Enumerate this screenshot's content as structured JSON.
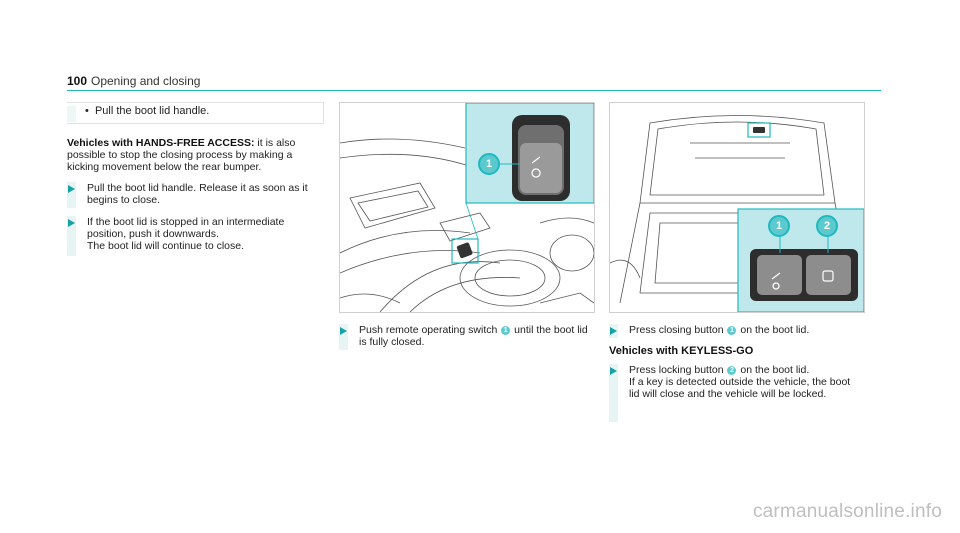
{
  "header": {
    "page_number": "100",
    "section_title": "Opening and closing"
  },
  "top_box": {
    "bullet": "Pull the boot lid handle."
  },
  "left_column": {
    "para_bold": "Vehicles with HANDS-FREE ACCESS:",
    "para_text": " it is also possible to stop the closing process by making a kicking movement below the rear bumper.",
    "step1": "Pull the boot lid handle. Release it as soon as it begins to close.",
    "step2": "If the boot lid is stopped in an intermediate position, push it downwards.\nThe boot lid will continue to close."
  },
  "middle_column": {
    "callout_1": "1",
    "step_pre": "Push remote operating switch ",
    "step_num": "1",
    "step_post": " until the boot lid is fully closed."
  },
  "right_column": {
    "callout_1": "1",
    "callout_2": "2",
    "step1_pre": "Press closing button ",
    "step1_num": "1",
    "step1_post": " on the boot lid.",
    "subhead": "Vehicles with KEYLESS-GO",
    "step2_pre": "Press locking button ",
    "step2_num": "2",
    "step2_post": " on the boot lid.\nIf a key is detected outside the vehicle, the boot lid will close and the vehicle will be locked."
  },
  "watermark": "carmanualsonline.info",
  "colors": {
    "accent": "#1fb9bf",
    "callout": "#5bc9ce",
    "panel_bg": "#bfe8ec"
  }
}
